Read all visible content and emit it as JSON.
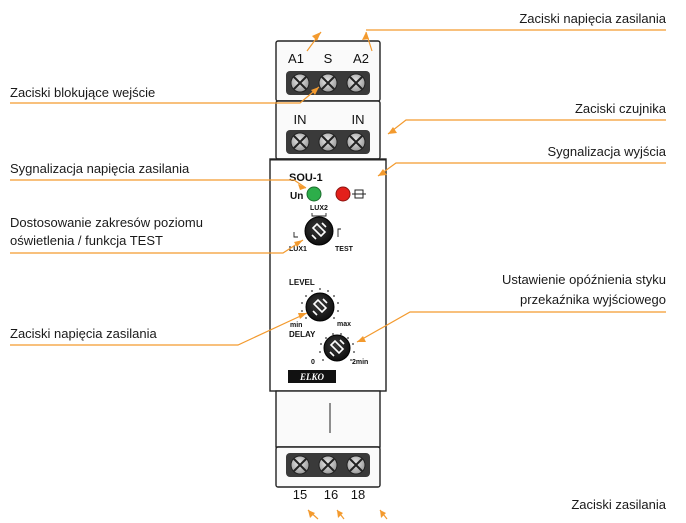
{
  "callouts": {
    "supply_top": "Zaciski napięcia zasilania",
    "blocking_input": "Zaciski blokujące wejście",
    "sensor": "Zaciski czujnika",
    "supply_signal": "Sygnalizacja napięcia zasilania",
    "output_signal": "Sygnalizacja wyjścia",
    "range_line1": "Dostosowanie zakresów poziomu",
    "range_line2": "oświetlenia / funkcja TEST",
    "delay_line1": "Ustawienie opóźnienia styku",
    "delay_line2": "przekaźnika wyjściowego",
    "supply_mid": "Zaciski napięcia zasilania",
    "supply_bottom": "Zaciski zasilania"
  },
  "device": {
    "terminal_top_labels": [
      "A1",
      "S",
      "A2"
    ],
    "terminal_in_labels": [
      "IN",
      "IN"
    ],
    "model": "SOU-1",
    "un_label": "Un",
    "lux2": "LUX2",
    "lux1": "LUX1",
    "test": "TEST",
    "level": "LEVEL",
    "min": "min",
    "max": "max",
    "delay": "DELAY",
    "zero": "0",
    "two_min": "2min",
    "brand": "ELKO",
    "terminal_bottom_labels": [
      "15",
      "16",
      "18"
    ]
  },
  "colors": {
    "leader": "#f39a2e",
    "led_green": "#2dae4a",
    "led_red": "#e3201b"
  }
}
